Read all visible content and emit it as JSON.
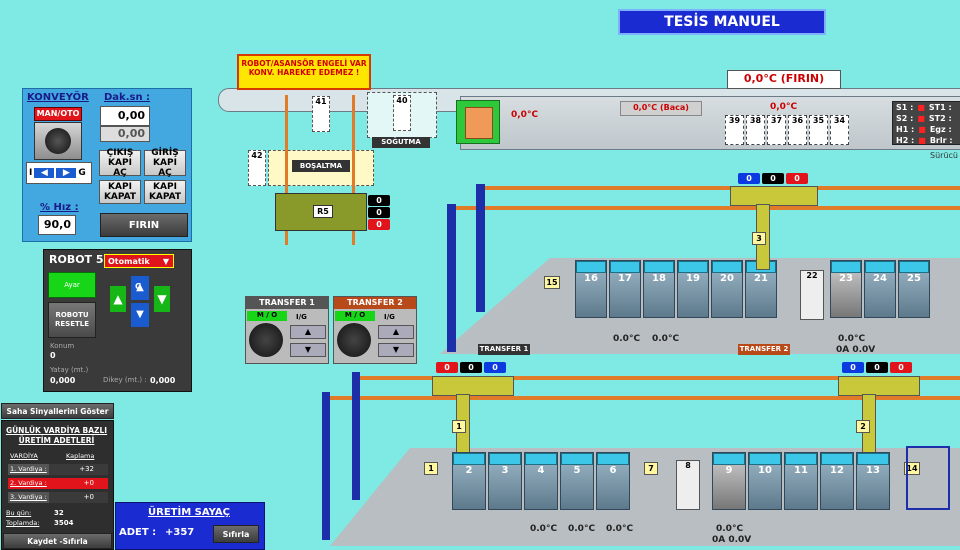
{
  "title": "TESİS MANUEL",
  "konveyor": {
    "title": "KONVEYÖR",
    "dak_sn_label": "Dak.sn :",
    "man_oto": "MAN/OTO",
    "val1": "0,00",
    "val2": "0,00",
    "i_label": "I",
    "g_label": "G",
    "cikis_kapi_ac": "ÇIKIŞ KAPI AÇ",
    "giris_kapi_ac": "GİRİŞ KAPI AÇ",
    "kapi_kapat_1": "KAPI KAPAT",
    "kapi_kapat_2": "KAPI KAPAT",
    "hiz_label": "% Hız :",
    "hiz_value": "90,0",
    "firin_button": "FIRIN"
  },
  "robot5": {
    "title": "ROBOT 5",
    "mode": "Otomatik",
    "ayar": "Ayar",
    "reset": "ROBOTU RESETLE",
    "g_label": "G",
    "konum_label": "Konum",
    "konum_value": "0",
    "yatay_label": "Yatay (mt.)",
    "yatay_value": "0,000",
    "dikey_label": "Dikey (mt.) :",
    "dikey_value": "0,000"
  },
  "saha_button": "Saha Sinyallerini Göster",
  "production": {
    "title_line1": "GÜNLÜK VARDİYA BAZLI",
    "title_line2": "ÜRETİM ADETLERİ",
    "col1": "VARDİYA",
    "col2": "Kaplama",
    "rows": [
      {
        "label": "1. Vardiya :",
        "value": "+32",
        "active": false
      },
      {
        "label": "2. Vardiya :",
        "value": "+0",
        "active": true
      },
      {
        "label": "3. Vardiya :",
        "value": "+0",
        "active": false
      }
    ],
    "bugun_label": "Bu gün:",
    "bugun_value": "32",
    "toplam_label": "Toplamda:",
    "toplam_value": "3504",
    "kaydet": "Kaydet -Sıfırla"
  },
  "uretim_sayac": {
    "title": "ÜRETİM SAYAÇ",
    "adet_label": "ADET :",
    "value": "+357",
    "sifirla": "Sıfırla"
  },
  "warning": "ROBOT/ASANSÖR ENGELİ VAR KONV. HAREKET EDEMEZ !",
  "firin_temp": "0,0°C (FIRIN)",
  "baca_temp": "0,0°C (Baca)",
  "oven_temp_red1": "0,0°C",
  "oven_temp_red2": "0,0°C",
  "sogutma": "SOĞUTMA",
  "bosaltma": "BOŞALTMA",
  "r5_label": "R5",
  "oven_slots": [
    "39",
    "38",
    "37",
    "36",
    "35",
    "34"
  ],
  "slot_41": "41",
  "slot_40": "40",
  "slot_42": "42",
  "status_side": [
    {
      "k": "S1 :",
      "k2": "ST1 :"
    },
    {
      "k": "S2 :",
      "k2": "ST2 :"
    },
    {
      "k": "H1 :",
      "k2": "Egz :"
    },
    {
      "k": "H2 :",
      "k2": "Brlr :"
    }
  ],
  "surucu": "Sürücü",
  "transfer1": {
    "title": "TRANSFER 1",
    "mo": "M / O",
    "ig": "I/G",
    "label": "TRANSFER 1"
  },
  "transfer2": {
    "title": "TRANSFER 2",
    "mo": "M / O",
    "ig": "I/G",
    "label": "TRANSFER 2"
  },
  "upper_line": {
    "start_label": "15",
    "machines": [
      "16",
      "17",
      "18",
      "19",
      "20",
      "21"
    ],
    "middle": "22",
    "machines2": [
      "23",
      "24",
      "25"
    ],
    "temps_left": [
      "0.0°C",
      "0.0°C"
    ],
    "temp_right": "0.0°C",
    "amps_right": "0A  0.0V"
  },
  "lower_line": {
    "start_label": "1",
    "machines": [
      "2",
      "3",
      "4",
      "5",
      "6"
    ],
    "seven": "7",
    "eight": "8",
    "machines2": [
      "9",
      "10",
      "11",
      "12",
      "13"
    ],
    "end_label": "14",
    "temps_left": [
      "0.0°C",
      "0.0°C",
      "0.0°C"
    ],
    "temp_right": "0.0°C",
    "amps_right": "0A  0.0V"
  },
  "robot_indicators": {
    "r5": [
      "0",
      "0",
      "0"
    ],
    "r3": [
      "0",
      "0",
      "0"
    ],
    "r1": [
      "0",
      "0",
      "0"
    ],
    "r2": [
      "0",
      "0",
      "0"
    ]
  },
  "robot_numbers": {
    "r3": "3",
    "r1": "1",
    "r2": "2"
  },
  "colors": {
    "bg": "#7fe9e3",
    "title_bg": "#1a2bd1",
    "warning_bg": "#ffe600",
    "rail": "#e07b2a"
  }
}
